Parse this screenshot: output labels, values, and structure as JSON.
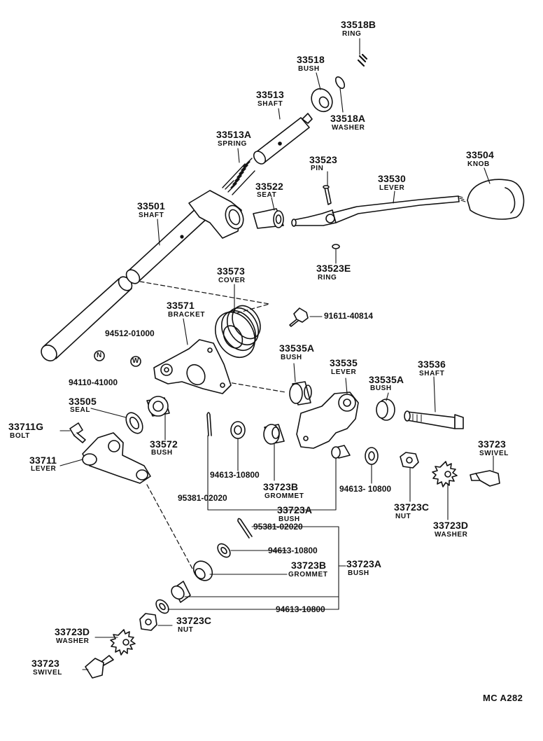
{
  "diagram_code": "MC A282",
  "parts": [
    {
      "number": "33518B",
      "name": "RING"
    },
    {
      "number": "33518",
      "name": "BUSH"
    },
    {
      "number": "33513",
      "name": "SHAFT"
    },
    {
      "number": "33518A",
      "name": "WASHER"
    },
    {
      "number": "33513A",
      "name": "SPRING"
    },
    {
      "number": "33523",
      "name": "PIN"
    },
    {
      "number": "33504",
      "name": "KNOB"
    },
    {
      "number": "33522",
      "name": "SEAT"
    },
    {
      "number": "33530",
      "name": "LEVER"
    },
    {
      "number": "33501",
      "name": "SHAFT"
    },
    {
      "number": "33523E",
      "name": "RING"
    },
    {
      "number": "33573",
      "name": "COVER"
    },
    {
      "number": "33571",
      "name": "BRACKET"
    },
    {
      "number": "33535A",
      "name": "BUSH"
    },
    {
      "number": "33535",
      "name": "LEVER"
    },
    {
      "number": "33535A",
      "name": "BUSH"
    },
    {
      "number": "33536",
      "name": "SHAFT"
    },
    {
      "number": "33505",
      "name": "SEAL"
    },
    {
      "number": "33711G",
      "name": "BOLT"
    },
    {
      "number": "33572",
      "name": "BUSH"
    },
    {
      "number": "33723",
      "name": "SWIVEL"
    },
    {
      "number": "33711",
      "name": "LEVER"
    },
    {
      "number": "33723B",
      "name": "GROMMET"
    },
    {
      "number": "33723C",
      "name": "NUT"
    },
    {
      "number": "33723A",
      "name": "BUSH"
    },
    {
      "number": "33723D",
      "name": "WASHER"
    },
    {
      "number": "33723B",
      "name": "GROMMET"
    },
    {
      "number": "33723A",
      "name": "BUSH"
    },
    {
      "number": "33723C",
      "name": "NUT"
    },
    {
      "number": "33723D",
      "name": "WASHER"
    },
    {
      "number": "33723",
      "name": "SWIVEL"
    }
  ],
  "part_numbers": [
    "91611-40814",
    "94512-01000",
    "94110-41000",
    "94613-10800",
    "95381-02020",
    "94613- 10800",
    "95381-02020",
    "94613-10800",
    "94613-10800"
  ],
  "callout_letters": [
    "N",
    "W"
  ]
}
